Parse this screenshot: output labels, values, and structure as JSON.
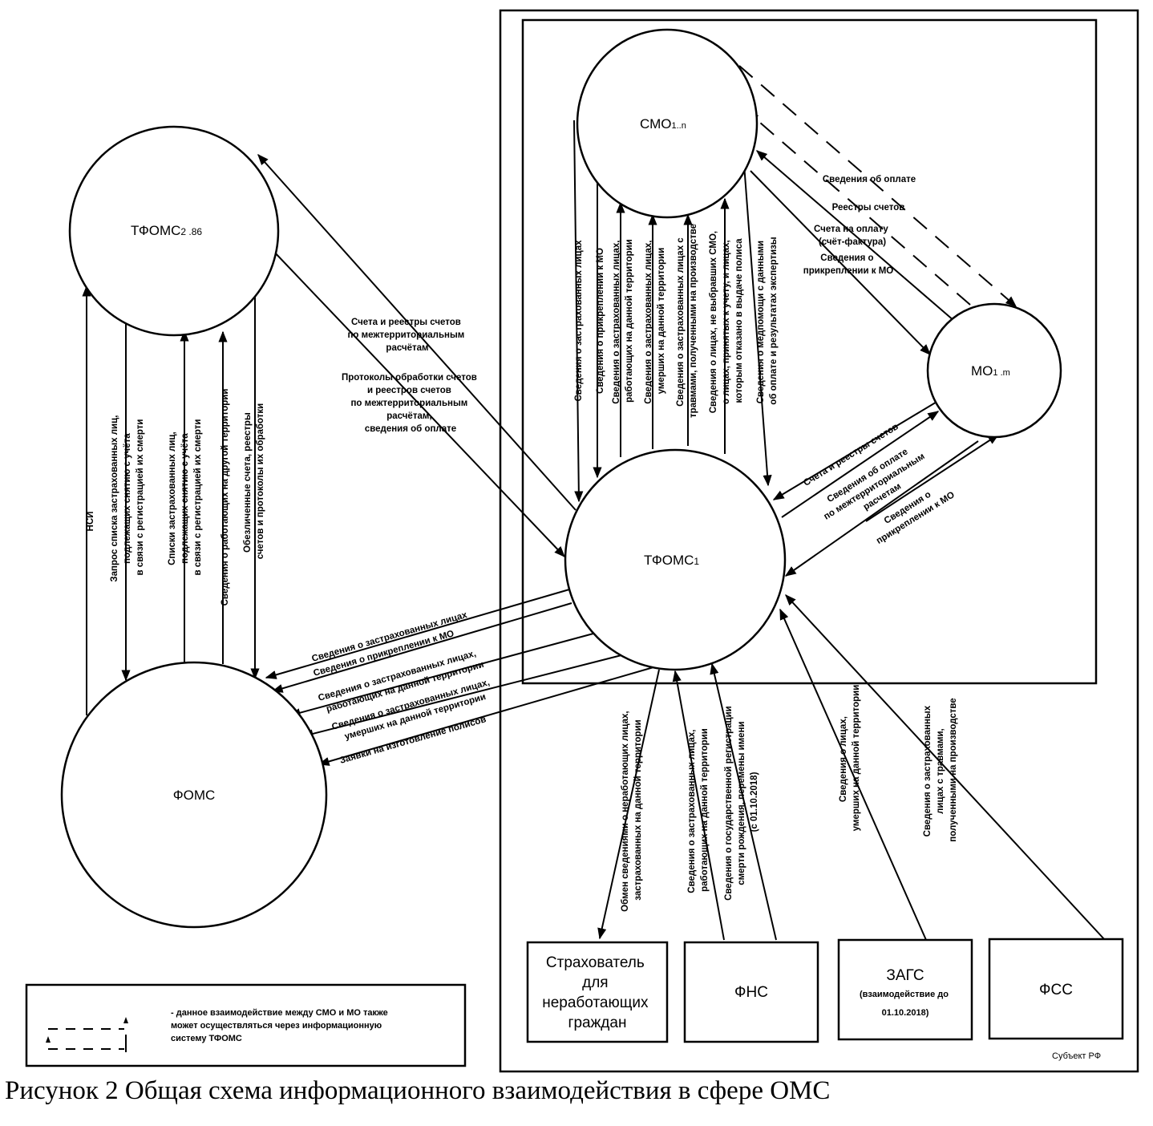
{
  "caption": "Рисунок 2 Общая схема информационного взаимодействия в сфере ОМС",
  "region_label": "Субъект РФ",
  "nodes": {
    "smo": {
      "name": "СМО",
      "sub": "1..n"
    },
    "tfoms_other": {
      "name": "ТФОМС",
      "sub": "2 .86"
    },
    "mo": {
      "name": "МО",
      "sub": "1 .m"
    },
    "tfoms1": {
      "name": "ТФОМС",
      "sub": "1"
    },
    "foms": {
      "name": "ФОМС"
    }
  },
  "boxes": {
    "insurer": [
      "Страхователь",
      "для",
      "неработающих",
      "граждан"
    ],
    "fns": [
      "ФНС"
    ],
    "zags": [
      "ЗАГС"
    ],
    "zags_note": [
      "(взаимодействие до",
      "01.10.2018)"
    ],
    "fss": [
      "ФСС"
    ]
  },
  "labels": {
    "foms_tfoms_other": {
      "nsi": [
        "НСИ"
      ],
      "request": [
        "Запрос списка застрахованных лиц,",
        "подлежащих снятию с учёта",
        "в связи с регистрацией их смерти"
      ],
      "lists": [
        "Списки застрахованных лиц,",
        "подлежащих снятию с учёта",
        "в связи с регистрацией их смерти"
      ],
      "working": [
        "Сведения о работающих на другой территории"
      ],
      "depersonalized": [
        "Обезличенные счета, реестры",
        "счетов и протоколы их обработки"
      ]
    },
    "tfoms_interterritorial": {
      "bills": [
        "Счета и реестры счетов",
        "по межтерриториальным",
        "расчётам"
      ],
      "protocols": [
        "Протоколы обработки счетов",
        "и реестров счетов",
        "по межтерриториальным",
        "расчётам,",
        "сведения об оплате"
      ]
    },
    "tfoms1_smo": {
      "insured": [
        "Сведения о застрахованных лицах"
      ],
      "attachment": [
        "Сведения о прикреплении к МО"
      ],
      "working": [
        "Сведения о застрахованных лицах,",
        "работающих на данной территории"
      ],
      "deceased": [
        "Сведения о застрахованных лицах,",
        "умерших на данной территории"
      ],
      "injuries": [
        "Сведения о застрахованных лицах с",
        "травмами, полученными на производстве"
      ],
      "unselected": [
        "Сведения о лицах, не выбравших СМО,",
        "о лицах, принятых к учету, и лицах,",
        "которым отказано в выдаче полиса"
      ],
      "medical_aid": [
        "Сведения о медпомощи с данными",
        "об оплате и результатах экспертизы"
      ]
    },
    "smo_mo": {
      "payment": [
        "Сведения об оплате"
      ],
      "registers": [
        "Реестры счетов"
      ],
      "invoices": [
        "Счета на оплату",
        "(счёт-фактура)"
      ],
      "attachment": [
        "Сведения о",
        "прикреплении к МО"
      ]
    },
    "tfoms1_mo": {
      "bills": [
        "Счета и реестры счетов"
      ],
      "payment": [
        "Сведения об оплате",
        "по межтерриториальным",
        "расчетам"
      ],
      "attachment": [
        "Сведения о",
        "прикреплении к МО"
      ]
    },
    "tfoms1_foms": {
      "insured": [
        "Сведения о застрахованных лицах"
      ],
      "attachment": [
        "Сведения о прикреплении к МО"
      ],
      "working": [
        "Сведения о застрахованных лицах,",
        "работающих на данной территории"
      ],
      "deceased": [
        "Сведения о застрахованных лицах,",
        "умерших на данной территории"
      ],
      "policies": [
        "Заявки на изготовление полисов"
      ]
    },
    "external": {
      "insurer": [
        "Обмен сведениями о неработающих лицах,",
        "застрахованных на данной территории"
      ],
      "fns_working": [
        "Сведения о застрахованных лицах,",
        "работающих на данной территории"
      ],
      "fns_registry": [
        "Сведения о государственной регистрации",
        "смерти  рождения, перемены имени",
        "(с 01.10.2018)"
      ],
      "zags": [
        "Сведения о лицах,",
        "умерших на данной территории"
      ],
      "fss": [
        "Сведения о застрахованных",
        "лицах с травмами,",
        "полученными на производстве"
      ]
    }
  },
  "legend": {
    "text": [
      "-  данное взаимодействие между СМО и МО также",
      "может осуществляться  через информационную",
      "систему ТФОМС"
    ]
  }
}
